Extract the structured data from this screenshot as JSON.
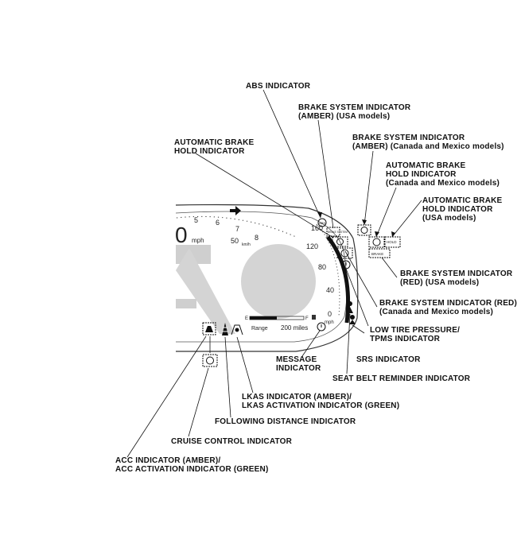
{
  "cluster": {
    "speed_value": "0",
    "speed_unit": "mph",
    "speed_ticks": [
      "5",
      "6",
      "7",
      "8"
    ],
    "speedo_limit": "50",
    "speedo_limit_unit": "km/h",
    "tacho_ticks": [
      "160",
      "120",
      "80",
      "40",
      "0"
    ],
    "tacho_unit": "mph",
    "fuel_empty": "E",
    "fuel_full": "F",
    "range_label": "Range",
    "range_value": "200 miles",
    "abs_icon_text": "ABS",
    "hold_icon_text": "HOLD",
    "brake_icon_text": "BRAKE",
    "brake_system_icon_text": "BRAKE SYSTEM"
  },
  "callouts": {
    "abs": "ABS INDICATOR",
    "brake_amber_usa_1": "BRAKE SYSTEM INDICATOR",
    "brake_amber_usa_2": "(AMBER) (USA models)",
    "brake_amber_can_1": "BRAKE SYSTEM INDICATOR",
    "brake_amber_can_2": "(AMBER) (Canada and Mexico models)",
    "auto_hold_1": "AUTOMATIC BRAKE",
    "auto_hold_2": "HOLD INDICATOR",
    "auto_hold_can_1": "AUTOMATIC BRAKE",
    "auto_hold_can_2": "HOLD INDICATOR",
    "auto_hold_can_3": "(Canada and Mexico models)",
    "auto_hold_usa_1": "AUTOMATIC BRAKE",
    "auto_hold_usa_2": "HOLD INDICATOR",
    "auto_hold_usa_3": "(USA models)",
    "brake_red_usa_1": "BRAKE SYSTEM INDICATOR",
    "brake_red_usa_2": "(RED) (USA models)",
    "brake_red_can_1": "BRAKE SYSTEM INDICATOR (RED)",
    "brake_red_can_2": "(Canada and Mexico models)",
    "tpms_1": "LOW TIRE PRESSURE/",
    "tpms_2": "TPMS INDICATOR",
    "srs": "SRS INDICATOR",
    "message_1": "MESSAGE",
    "message_2": "INDICATOR",
    "seat_belt": "SEAT BELT REMINDER INDICATOR",
    "lkas_1": "LKAS INDICATOR (AMBER)/",
    "lkas_2": "LKAS ACTIVATION INDICATOR (GREEN)",
    "following": "FOLLOWING DISTANCE INDICATOR",
    "cruise": "CRUISE CONTROL INDICATOR",
    "acc_1": "ACC INDICATOR (AMBER)/",
    "acc_2": "ACC ACTIVATION INDICATOR (GREEN)"
  }
}
